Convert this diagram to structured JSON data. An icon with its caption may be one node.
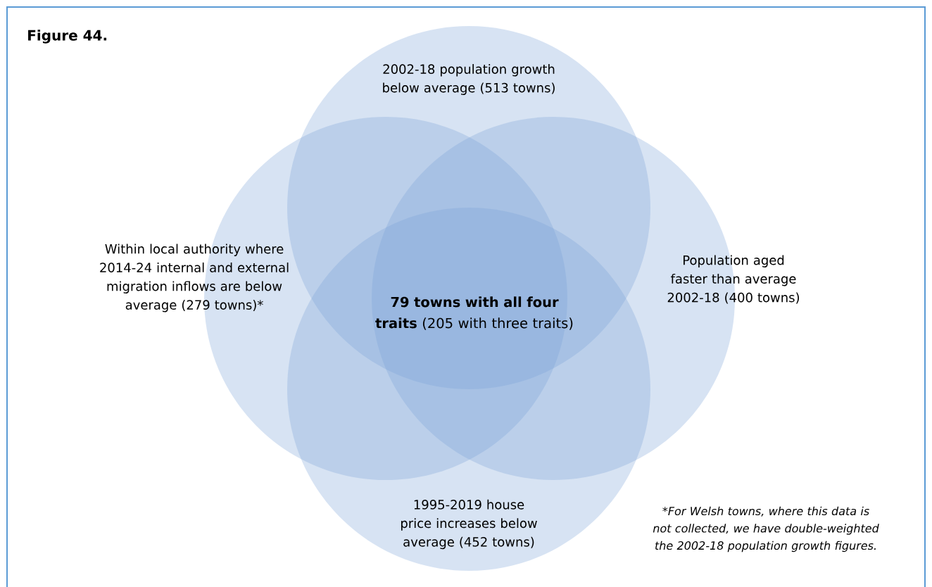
{
  "diagram": {
    "title": "Figure 44.",
    "nodes": [
      {
        "text": [
          "2002-18 population growth below average (513 towns)"
        ]
      },
      {
        "text": [
          "Within local authority where 2014-24 internal and external migration inflows are below average (279 towns)*"
        ]
      },
      {
        "text": [
          "Population aged faster than average 2002-18 (400 towns)"
        ]
      },
      {
        "text": [
          "1995-2019 house price increases below average (452 towns)"
        ]
      }
    ],
    "labels": [
      "**79 towns with all four traits** (205 with three traits)",
      "*For Welsh towns, where this data is not collected, we have double-weighted the 2002-18 population growth figures."
    ]
  }
}
